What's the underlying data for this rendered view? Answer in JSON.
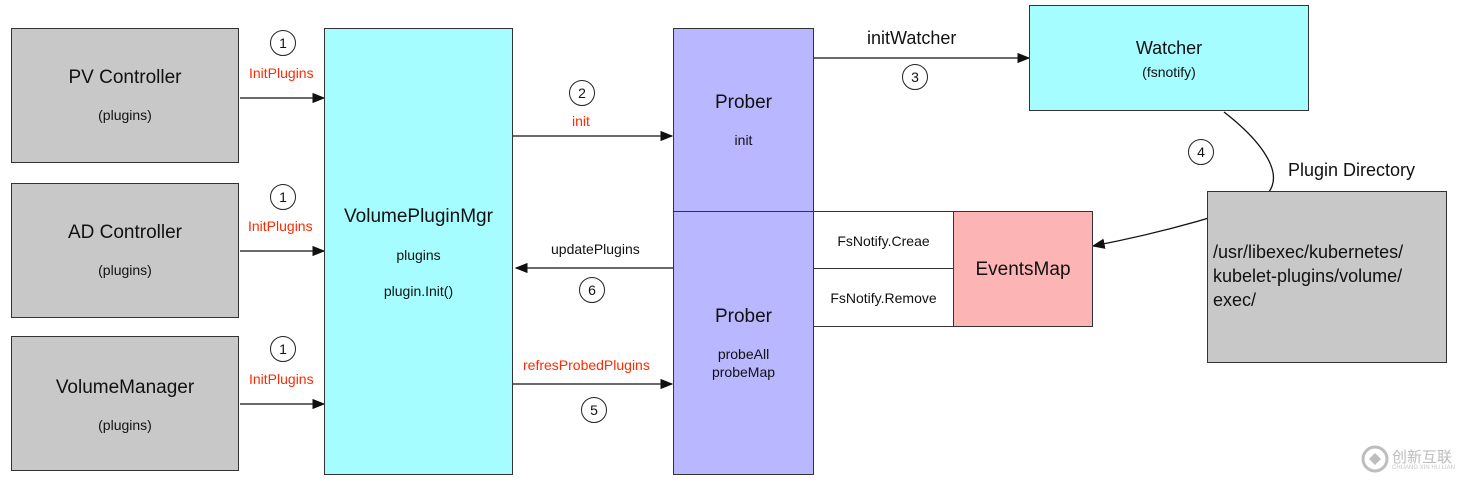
{
  "nodes": {
    "pv_controller": {
      "title": "PV Controller",
      "sub": "(plugins)"
    },
    "ad_controller": {
      "title": "AD Controller",
      "sub": "(plugins)"
    },
    "volume_manager": {
      "title": "VolumeManager",
      "sub": "(plugins)"
    },
    "volume_plugin_mgr": {
      "title": "VolumePluginMgr",
      "line1": "plugins",
      "line2": "plugin.Init()"
    },
    "prober_top": {
      "title": "Prober",
      "sub": "init"
    },
    "prober_bottom": {
      "title": "Prober",
      "line1": "probeAll",
      "line2": "probeMap"
    },
    "watcher": {
      "title": "Watcher",
      "sub": "(fsnotify)"
    },
    "fsnotify_create": {
      "label": "FsNotify.Creae"
    },
    "fsnotify_remove": {
      "label": "FsNotify.Remove"
    },
    "events_map": {
      "title": "EventsMap"
    },
    "plugin_directory": {
      "title": "Plugin Directory",
      "path_line1": "/usr/libexec/kubernetes/",
      "path_line2": "kubelet-plugins/volume/",
      "path_line3": "exec/"
    }
  },
  "edges": {
    "init_plugins_1": {
      "label": "InitPlugins",
      "step": "1"
    },
    "init_plugins_2": {
      "label": "InitPlugins",
      "step": "1"
    },
    "init_plugins_3": {
      "label": "InitPlugins",
      "step": "1"
    },
    "init": {
      "label": "init",
      "step": "2"
    },
    "init_watcher": {
      "label": "initWatcher",
      "step": "3"
    },
    "watch_dir": {
      "step": "4"
    },
    "refresh_probed": {
      "label": "refresProbedPlugins",
      "step": "5"
    },
    "update_plugins": {
      "label": "updatePlugins",
      "step": "6"
    }
  },
  "watermark": {
    "text": "创新互联",
    "subtext": "CHUANG XIN HU LIAN"
  },
  "colors": {
    "gray": "#c8c8c8",
    "cyan": "#a6fdff",
    "lavender": "#b9b7ff",
    "pink": "#fcb5b4",
    "red_label": "#ff2a00"
  }
}
